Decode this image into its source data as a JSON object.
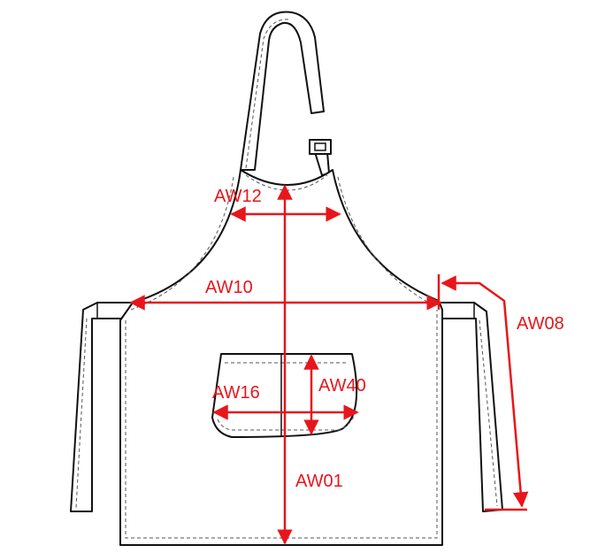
{
  "colors": {
    "outline": "#111111",
    "stitching": "#555555",
    "measurement": "#e8161b",
    "background": "#ffffff"
  },
  "labels": {
    "aw12": "AW12",
    "aw10": "AW10",
    "aw08": "AW08",
    "aw40": "AW40",
    "aw16": "AW16",
    "aw01": "AW01"
  }
}
